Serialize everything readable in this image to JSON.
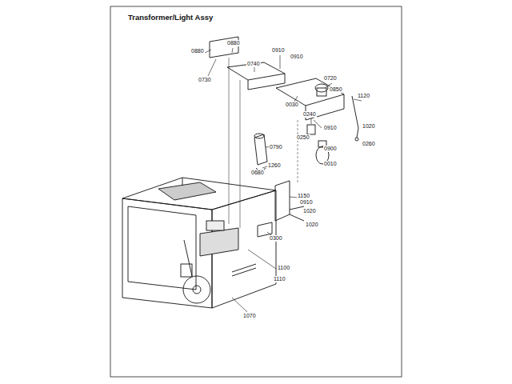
{
  "diagram": {
    "title": "Transformer/Light Assy",
    "labels": [
      "0880",
      "0880",
      "0730",
      "0740",
      "0910",
      "0910",
      "0720",
      "0850",
      "0030",
      "1120",
      "1020",
      "0240",
      "0910",
      "0260",
      "0790",
      "0250",
      "0900",
      "1260",
      "0010",
      "0680",
      "1150",
      "0910",
      "1020",
      "1020",
      "0300",
      "1100",
      "1110",
      "1070"
    ]
  }
}
